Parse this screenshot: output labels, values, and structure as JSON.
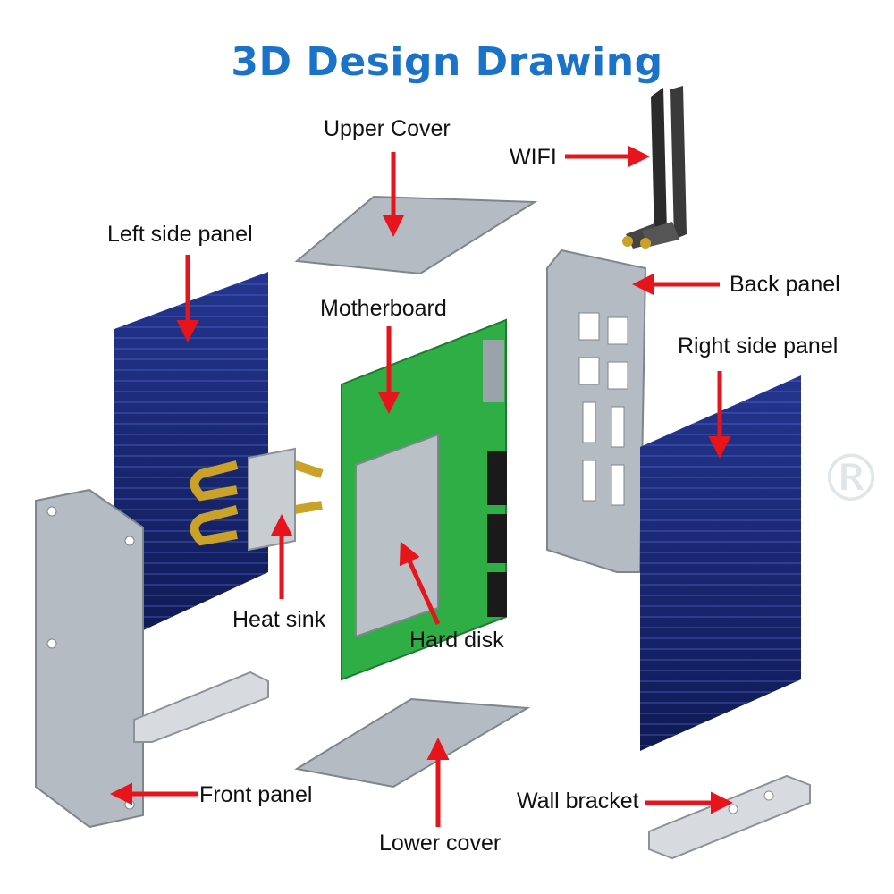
{
  "title": "3D Design Drawing",
  "watermark": "®",
  "labels": {
    "upper_cover": "Upper Cover",
    "wifi": "WIFI",
    "left_side_panel": "Left side panel",
    "back_panel": "Back panel",
    "motherboard": "Motherboard",
    "right_side_panel": "Right side panel",
    "heat_sink": "Heat sink",
    "hard_disk": "Hard disk",
    "front_panel": "Front panel",
    "wall_bracket": "Wall bracket",
    "lower_cover": "Lower cover"
  },
  "colors": {
    "title": "#1a73c8",
    "arrow": "#e8141b",
    "fin": "#1b2a7a",
    "sheet_metal": "#b4bbc2",
    "board": "#2fae45",
    "copper": "#c9a227"
  }
}
